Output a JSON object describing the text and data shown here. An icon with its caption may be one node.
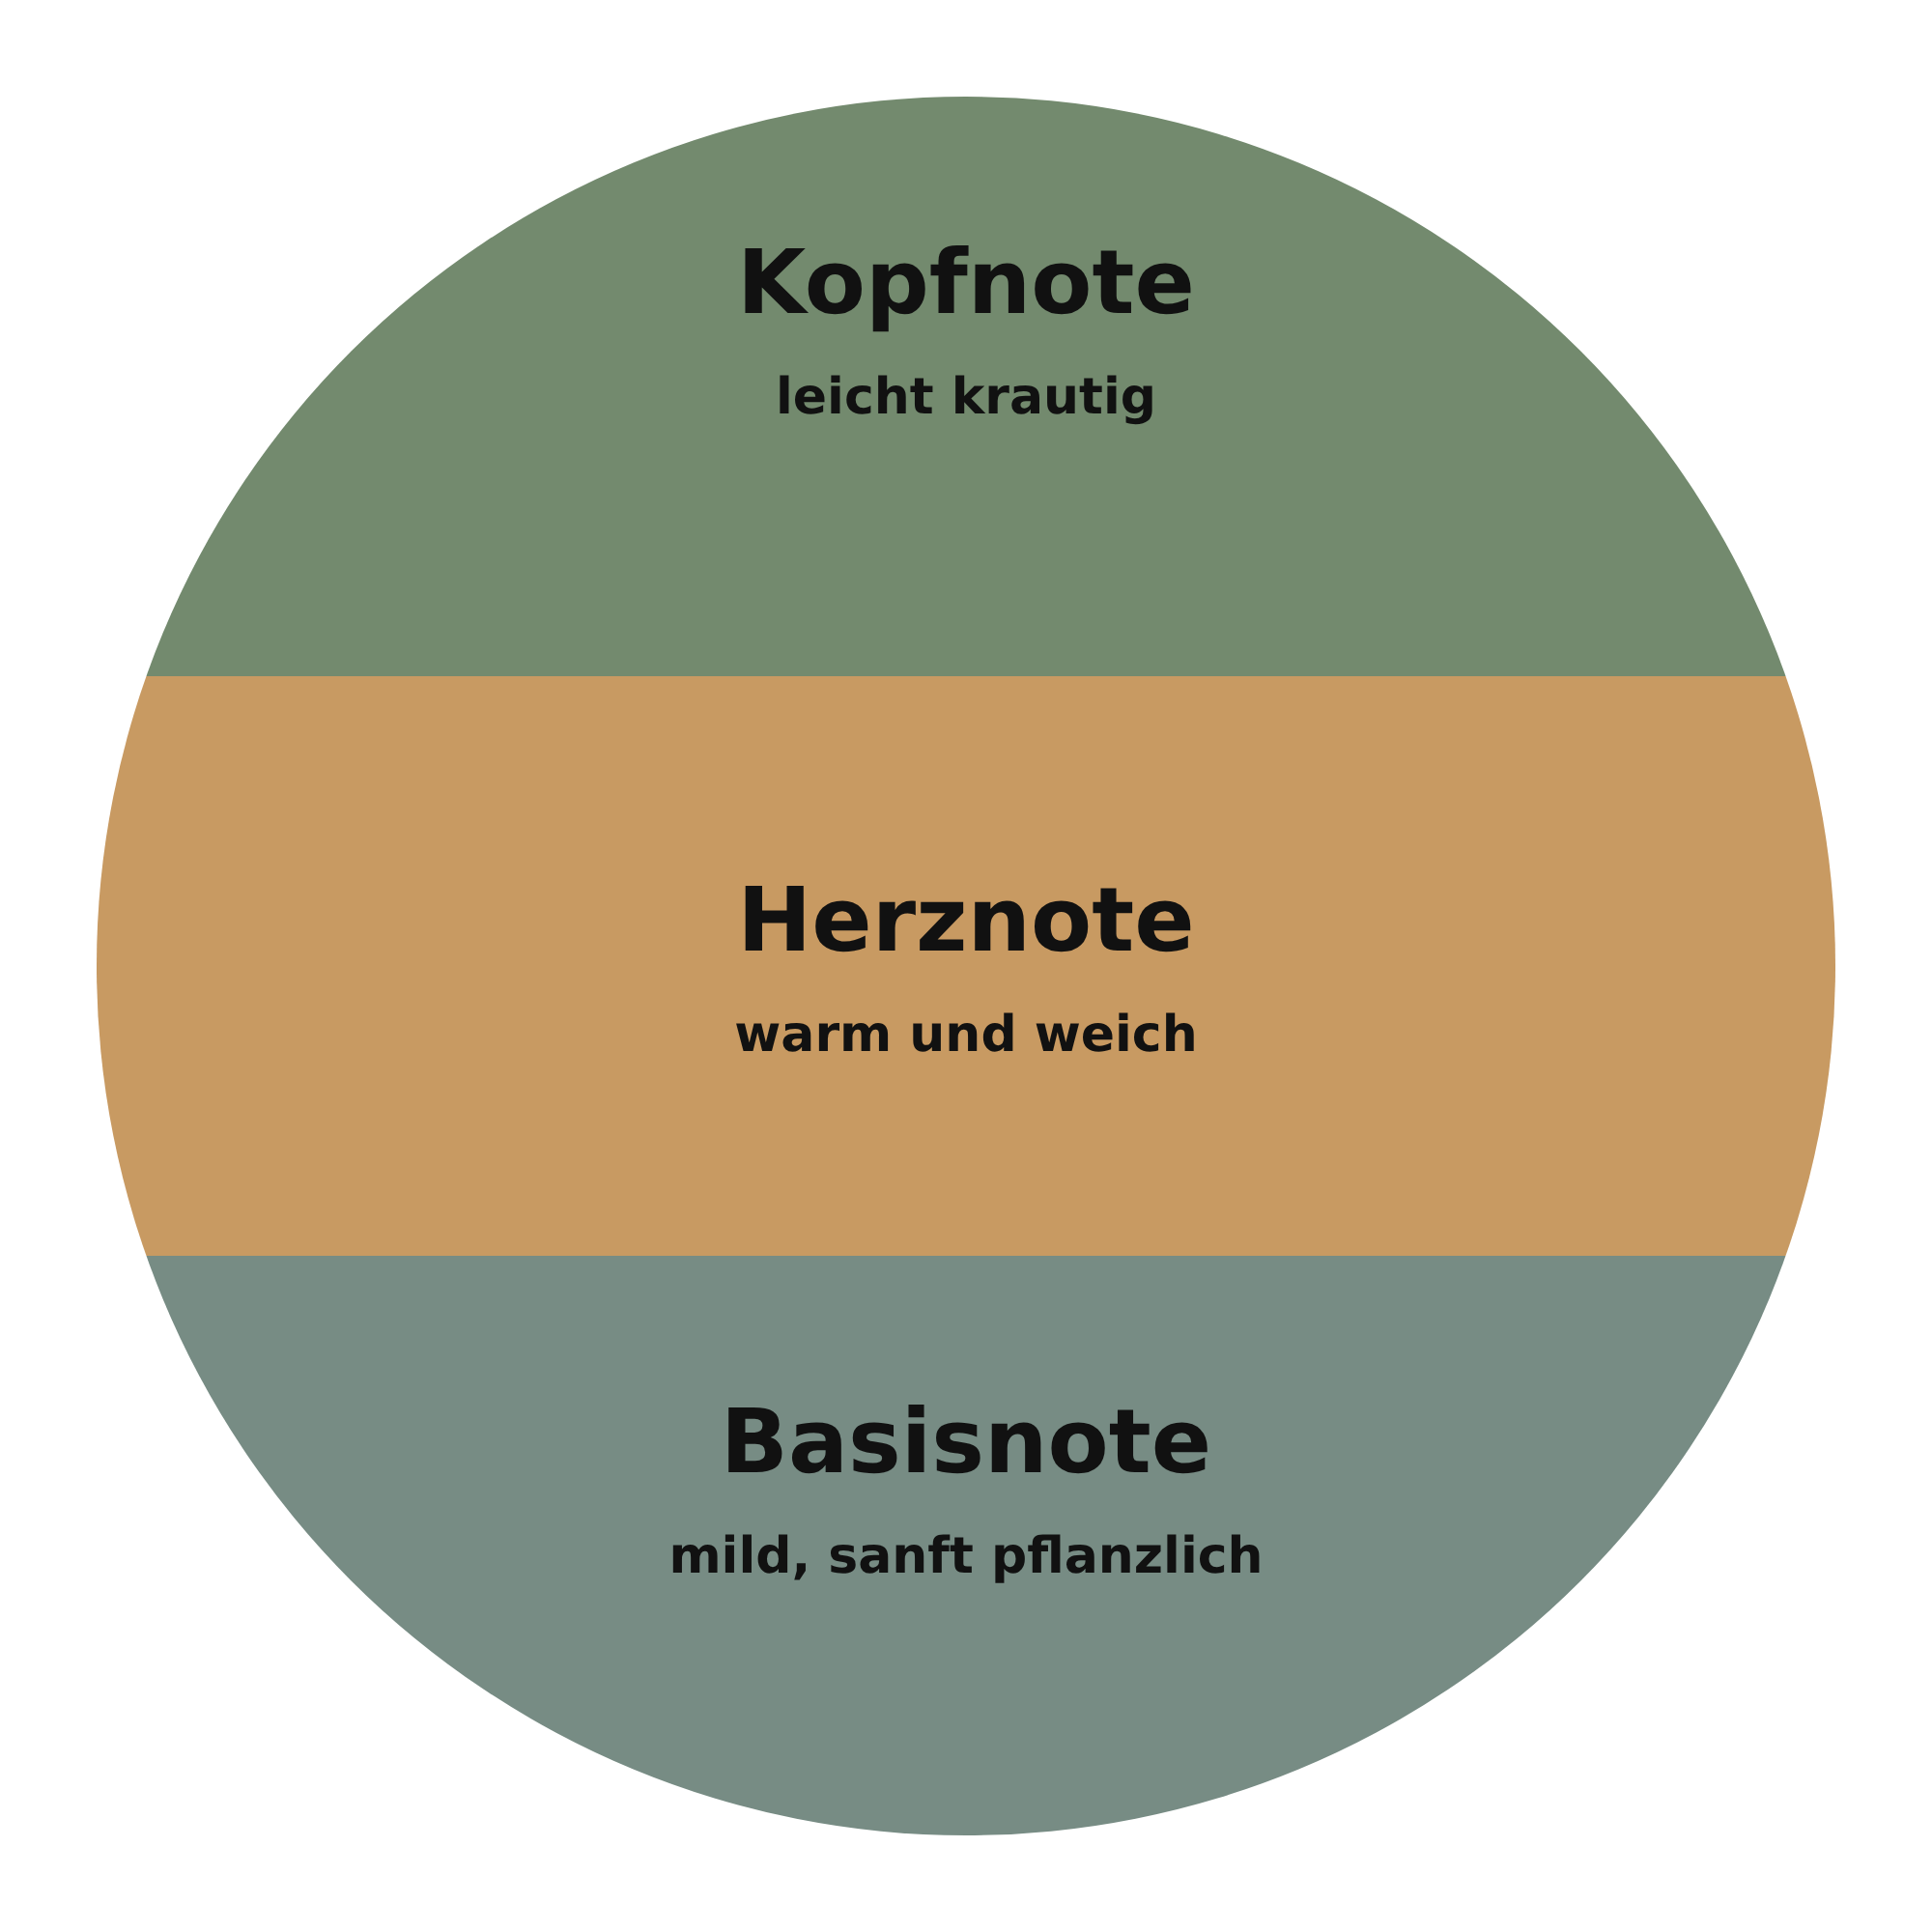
{
  "diagram": {
    "nodes": [
      {
        "text": [
          "Kopfnote",
          "leicht krautig"
        ]
      },
      {
        "text": [
          "Herznote",
          "warm und weich"
        ]
      },
      {
        "text": [
          "Basisnote",
          "mild, sanft pflanzlich"
        ]
      }
    ],
    "edges": []
  }
}
